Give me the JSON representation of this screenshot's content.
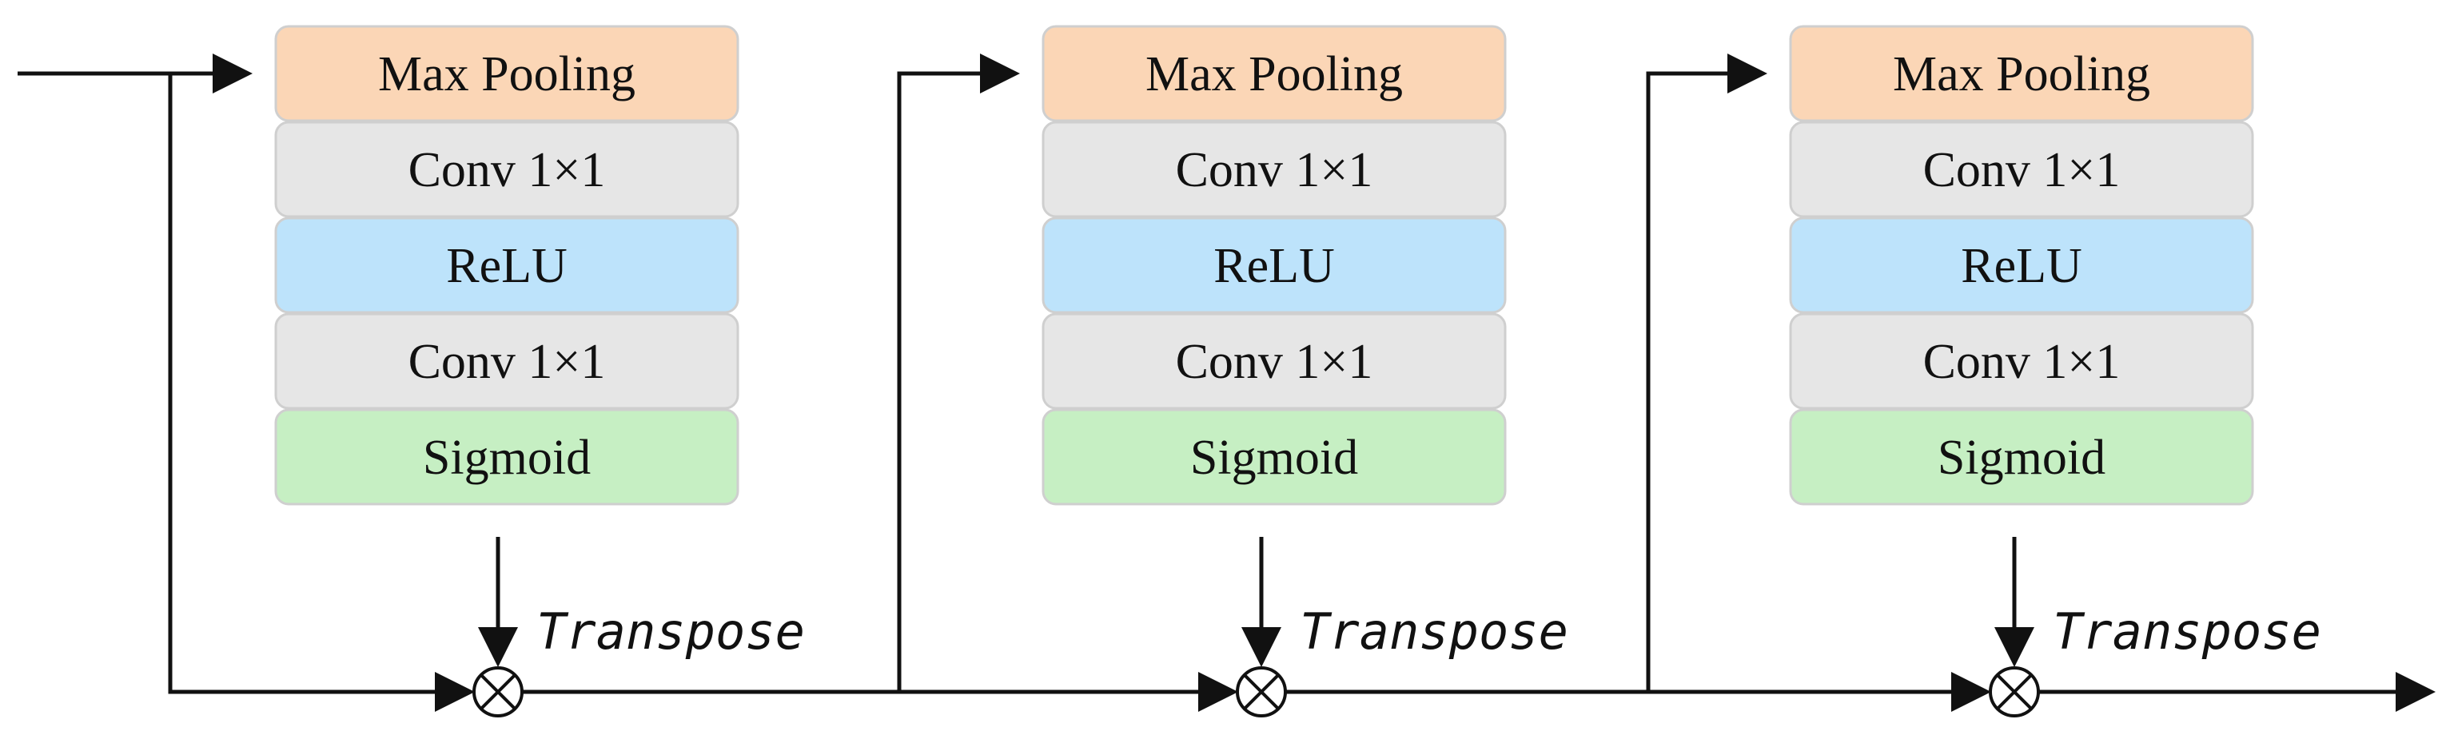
{
  "colors": {
    "max_pooling": "#fbd6b6",
    "conv": "#e6e6e6",
    "relu": "#bde3fb",
    "sigmoid": "#c6efc3",
    "line": "#111111"
  },
  "stages": [
    {
      "layers": [
        {
          "label": "Max Pooling",
          "type": "max_pooling"
        },
        {
          "label": "Conv 1×1",
          "type": "conv"
        },
        {
          "label": "ReLU",
          "type": "relu"
        },
        {
          "label": "Conv 1×1",
          "type": "conv"
        },
        {
          "label": "Sigmoid",
          "type": "sigmoid"
        }
      ],
      "operation_label": "Transpose",
      "operation_icon": "otimes-icon"
    },
    {
      "layers": [
        {
          "label": "Max Pooling",
          "type": "max_pooling"
        },
        {
          "label": "Conv 1×1",
          "type": "conv"
        },
        {
          "label": "ReLU",
          "type": "relu"
        },
        {
          "label": "Conv 1×1",
          "type": "conv"
        },
        {
          "label": "Sigmoid",
          "type": "sigmoid"
        }
      ],
      "operation_label": "Transpose",
      "operation_icon": "otimes-icon"
    },
    {
      "layers": [
        {
          "label": "Max Pooling",
          "type": "max_pooling"
        },
        {
          "label": "Conv 1×1",
          "type": "conv"
        },
        {
          "label": "ReLU",
          "type": "relu"
        },
        {
          "label": "Conv 1×1",
          "type": "conv"
        },
        {
          "label": "Sigmoid",
          "type": "sigmoid"
        }
      ],
      "operation_label": "Transpose",
      "operation_icon": "otimes-icon"
    }
  ]
}
